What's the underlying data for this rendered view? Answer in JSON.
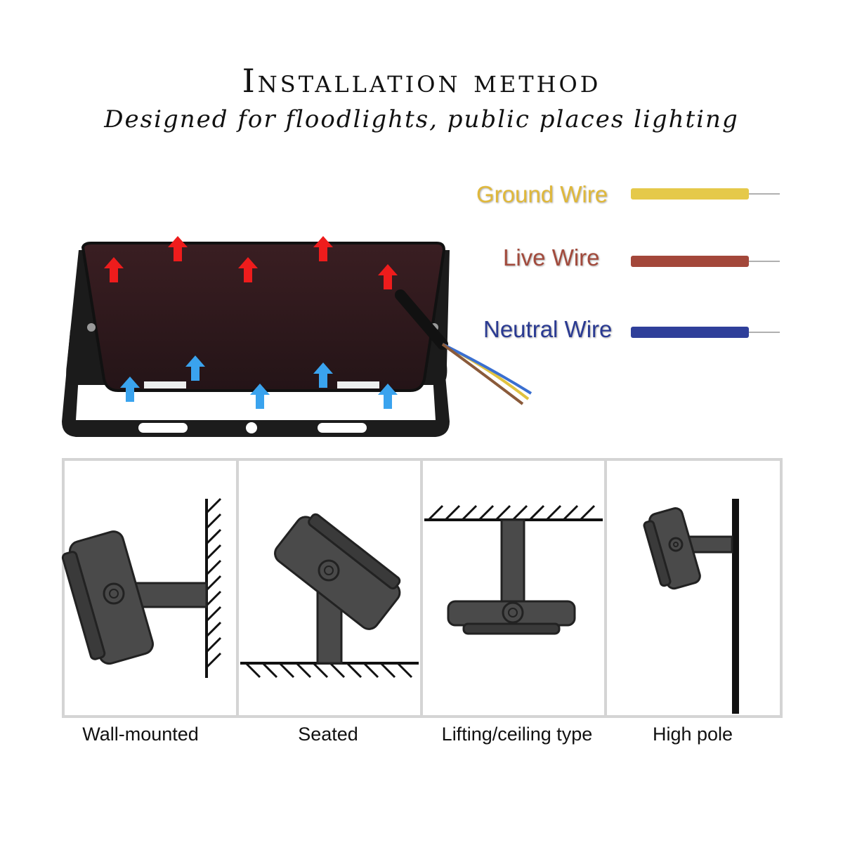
{
  "header": {
    "title": "Installation method",
    "subtitle": "Designed for floodlights, public places lighting"
  },
  "wires": {
    "ground": {
      "label": "Ground Wire",
      "color": "#e5c94a",
      "text_color": "#e0b83a"
    },
    "live": {
      "label": "Live Wire",
      "color": "#a3473a",
      "text_color": "#a24a3c"
    },
    "neutral": {
      "label": "Neutral Wire",
      "color": "#2f3f9a",
      "text_color": "#2a3a92"
    }
  },
  "arrows": {
    "hot_color": "#ee1c1c",
    "cool_color": "#3aa3ee"
  },
  "methods": [
    {
      "label": "Wall-mounted"
    },
    {
      "label": "Seated"
    },
    {
      "label": "Lifting/ceiling type"
    },
    {
      "label": "High pole"
    }
  ]
}
